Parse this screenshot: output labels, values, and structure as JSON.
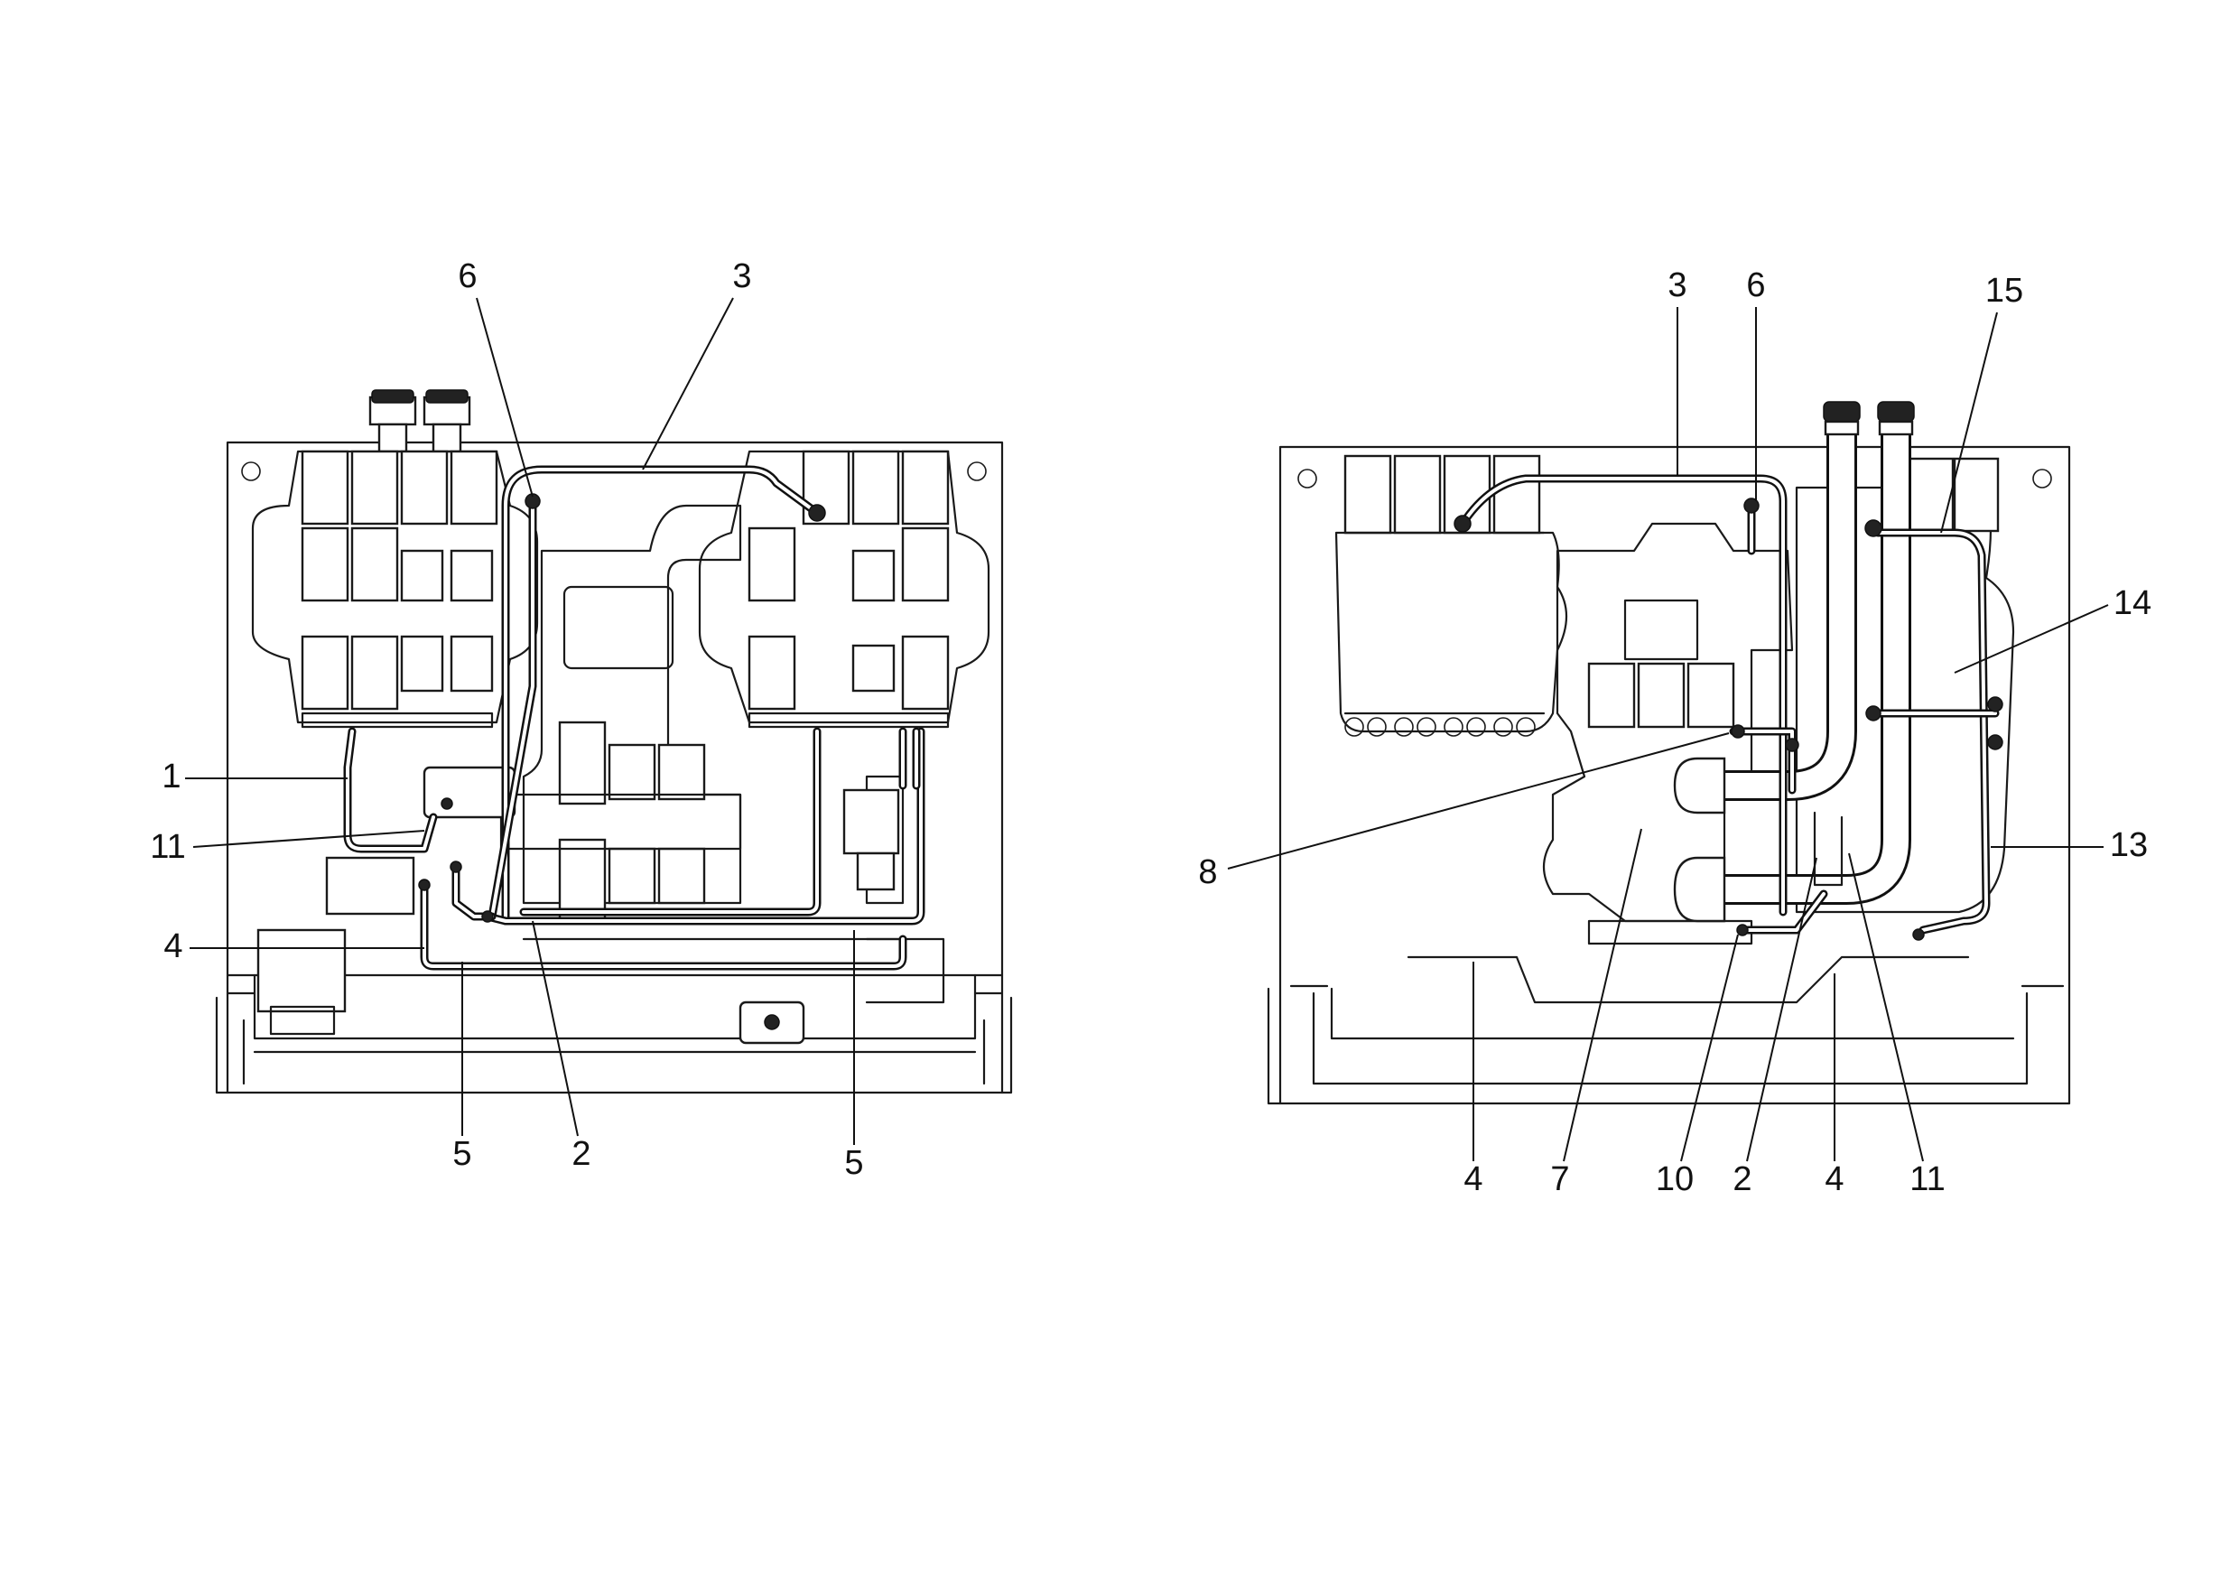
{
  "figure_left": {
    "callouts": [
      "6",
      "3",
      "1",
      "11",
      "4",
      "5",
      "2",
      "5"
    ]
  },
  "figure_right": {
    "callouts": [
      "3",
      "6",
      "15",
      "14",
      "13",
      "8",
      "4",
      "7",
      "10",
      "2",
      "4",
      "11"
    ]
  }
}
